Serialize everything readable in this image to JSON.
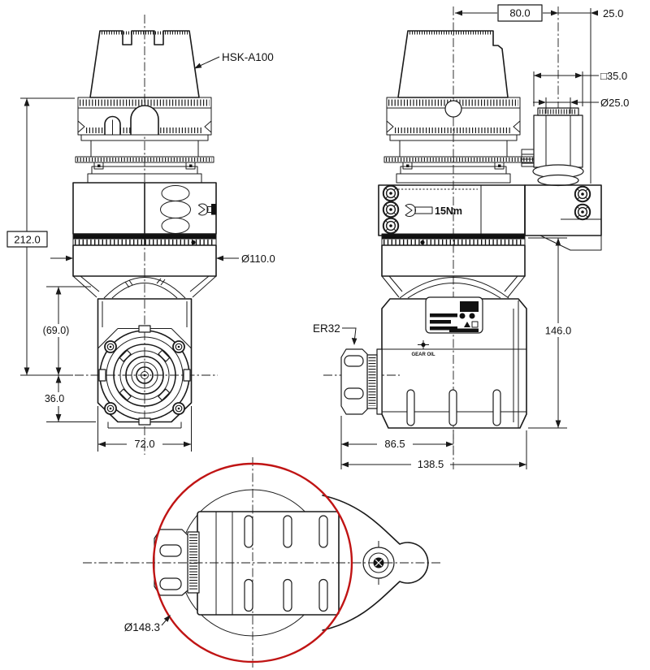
{
  "labels": {
    "shank": "HSK-A100",
    "collet": "ER32",
    "torque": "15Nm",
    "gear_oil": "GEAR OIL"
  },
  "dims": {
    "front": {
      "overall_height": "212.0",
      "body_dia": "Ø110.0",
      "axis_offset": "(69.0)",
      "nose_drop": "36.0",
      "head_width": "72.0"
    },
    "side": {
      "pin_offset": "80.0",
      "end_offset": "25.0",
      "block_square": "□35.0",
      "pin_dia": "Ø25.0",
      "head_length": "146.0",
      "nose_to_axis": "86.5",
      "overall_length": "138.5"
    },
    "bottom": {
      "swing_dia": "Ø148.3"
    }
  },
  "colors": {
    "line": "#1a1a1a",
    "accent_red": "#c01414",
    "paper": "#ffffff"
  }
}
